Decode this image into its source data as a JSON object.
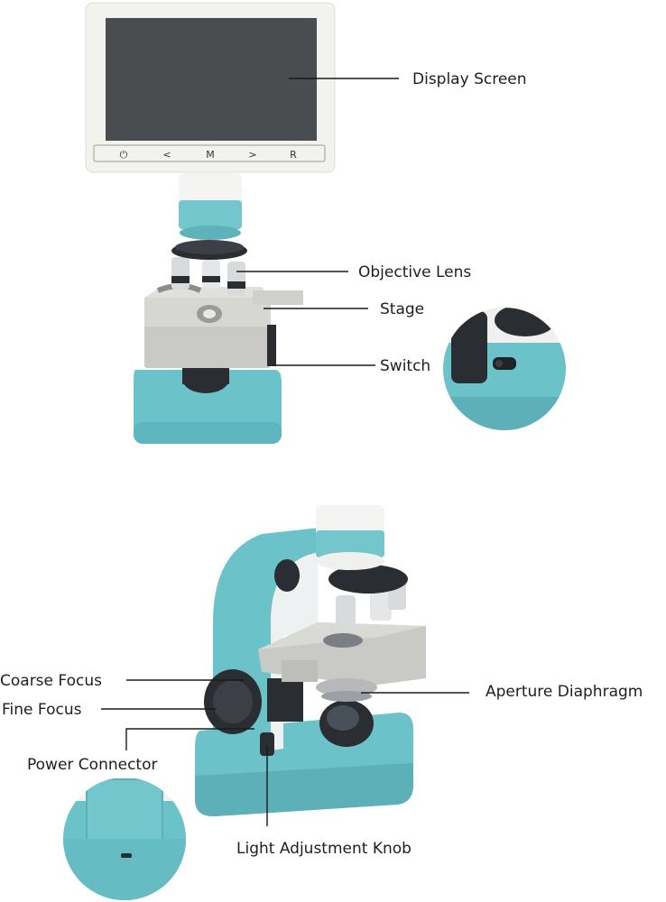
{
  "labels": {
    "display_screen": "Display Screen",
    "objective_lens": "Objective Lens",
    "stage": "Stage",
    "switch": "Switch",
    "coarse_focus": "Coarse Focus",
    "fine_focus": "Fine Focus",
    "power_connector": "Power Connector",
    "aperture_diaphragm": "Aperture Diaphragm",
    "light_adjustment_knob": "Light Adjustment Knob"
  },
  "screen_buttons": [
    "⏻",
    "<",
    "M",
    ">",
    "R"
  ],
  "colors": {
    "teal_body": "#6cc2c9",
    "teal_dark": "#4fa6ae",
    "screen_frame": "#f2f2ef",
    "screen_glass": "#4a4d4f",
    "stage_gray": "#c9c9c5",
    "knob_black": "#2a2e33"
  }
}
